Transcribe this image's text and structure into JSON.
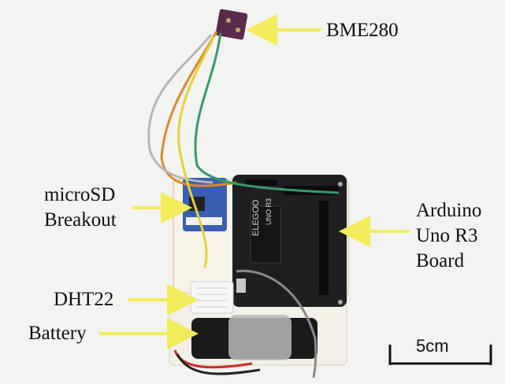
{
  "labels": {
    "bme280": "BME280",
    "microsd_line1": "microSD",
    "microsd_line2": "Breakout",
    "arduino_line1": "Arduino",
    "arduino_line2": "Uno R3",
    "arduino_line3": "Board",
    "dht22": "DHT22",
    "battery": "Battery"
  },
  "scale_bar": {
    "text": "5cm"
  },
  "board_print": {
    "brand": "ELEGOO",
    "model": "UNO R3"
  },
  "colors": {
    "arrow": "#f2ec5a",
    "breadboard": "#f7f3e6",
    "arduino_pcb": "#1f1f22",
    "sd_breakout": "#3a5fb0",
    "dht22": "#f5f5f5",
    "bme280": "#5a2a4a",
    "wire_orange": "#d98b2b",
    "wire_green": "#3a9a6a",
    "wire_gray": "#b7b7b7",
    "wire_yellow": "#e6d13a"
  }
}
